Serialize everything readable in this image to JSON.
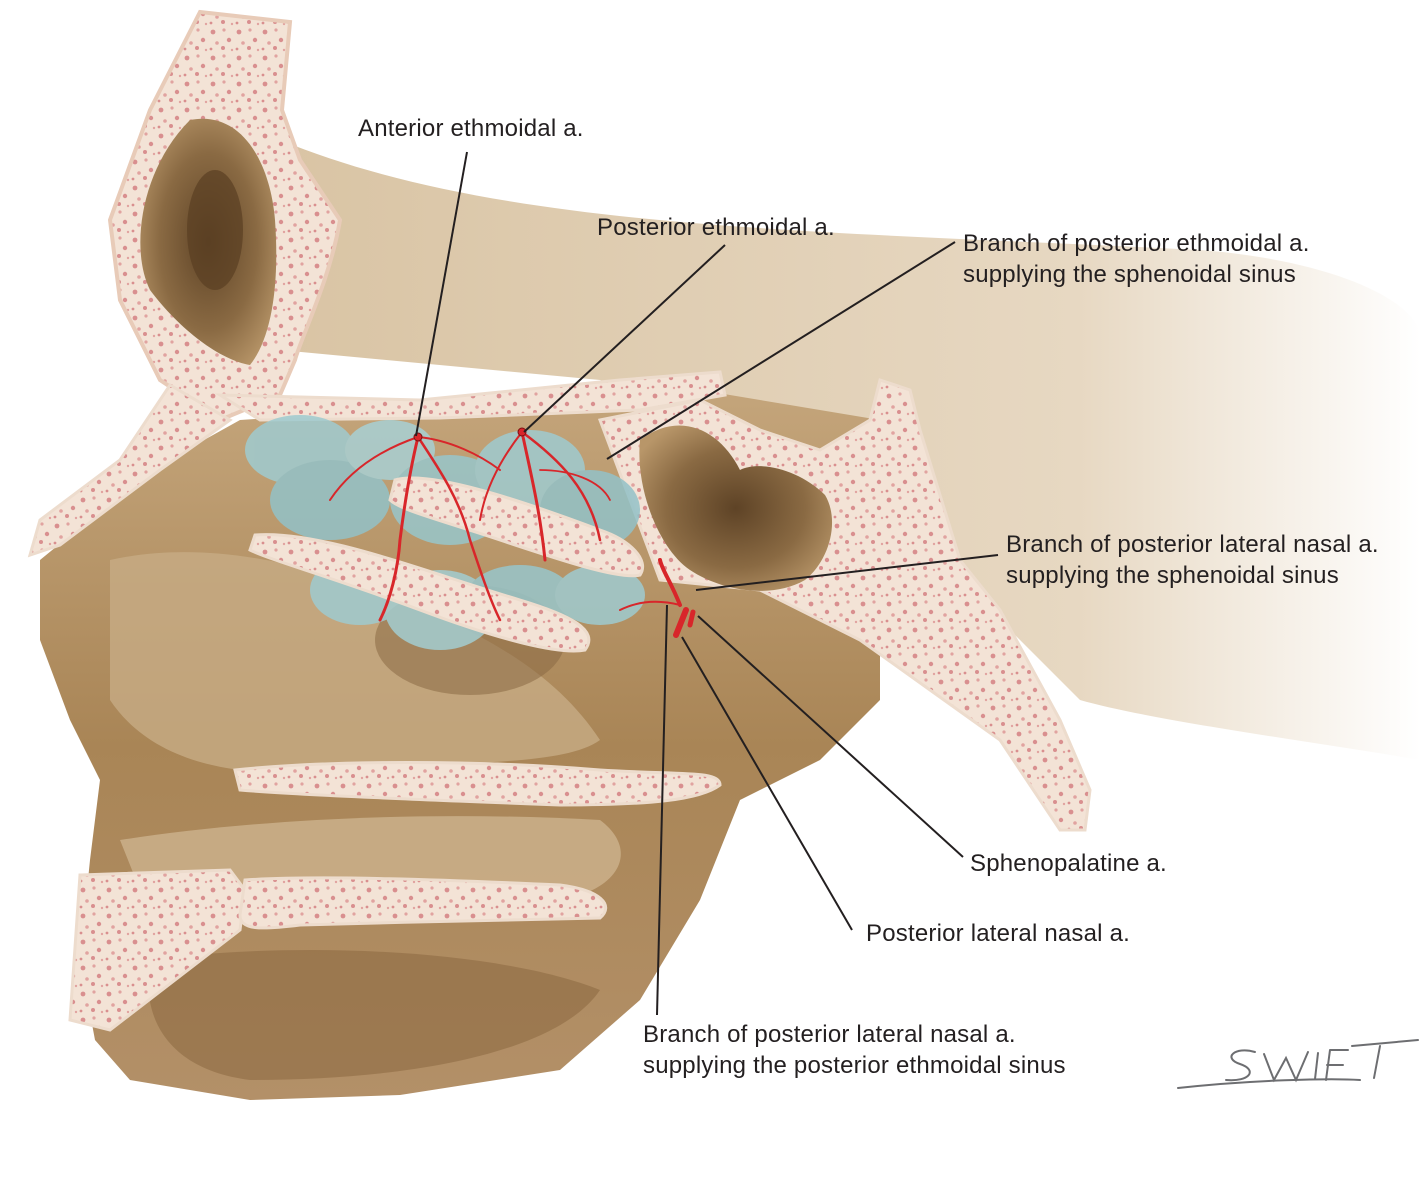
{
  "colors": {
    "bone_cortex": "#f3e3d6",
    "bone_spongy": "#d98f8f",
    "bone_shadow": "#a57e54",
    "bone_mid": "#c9ac85",
    "bone_light": "#e7d8c2",
    "mucosa": "#9fcbd0",
    "artery": "#d8262a",
    "leader_line": "#231f20"
  },
  "labels": {
    "anterior_ethmoidal": "Anterior ethmoidal a.",
    "posterior_ethmoidal": "Posterior ethmoidal a.",
    "branch_post_ethmoidal_line1": "Branch of posterior ethmoidal a.",
    "branch_post_ethmoidal_line2": "supplying the sphenoidal sinus",
    "branch_post_lateral_sphenoidal_line1": "Branch of posterior lateral nasal a.",
    "branch_post_lateral_sphenoidal_line2": "supplying the sphenoidal sinus",
    "sphenopalatine": "Sphenopalatine a.",
    "posterior_lateral_nasal": "Posterior lateral nasal a.",
    "branch_post_lateral_ethmoidal_line1": "Branch of posterior lateral nasal a.",
    "branch_post_lateral_ethmoidal_line2": "supplying the posterior ethmoidal sinus"
  },
  "signature": "SWIFT"
}
